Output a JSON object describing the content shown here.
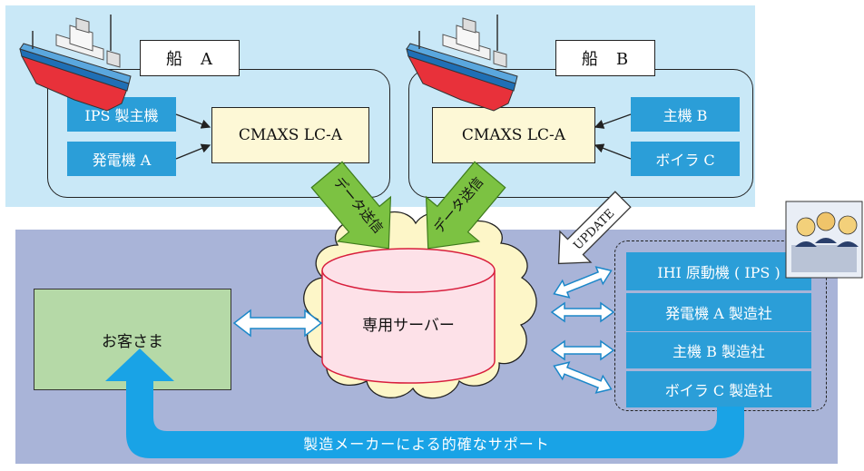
{
  "ship_a": {
    "name": "船　A",
    "controller": "CMAXS LC-A",
    "equipment": [
      "IPS 製主機",
      "発電機 A"
    ]
  },
  "ship_b": {
    "name": "船　B",
    "controller": "CMAXS LC-A",
    "equipment": [
      "主機 B",
      "ボイラ C"
    ]
  },
  "data_transmission_label": "データ送信",
  "server_label": "専用サーバー",
  "customer_label": "お客さま",
  "update_label": "UPDATE",
  "manufacturers": [
    "IHI 原動機 ( IPS )",
    "発電機 A 製造社",
    "主機 B 製造社",
    "ボイラ C 製造社"
  ],
  "support_label": "製造メーカーによる的確なサポート",
  "colors": {
    "top_panel": "#c9e8f7",
    "bottom_panel": "#a9b4d8",
    "equipment_box": "#2b9ed8",
    "controller_box": "#fdf8d6",
    "customer_box": "#b5d9a7",
    "green_arrow": "#7cc242",
    "cloud": "#fdf6c8",
    "support_arrow": "#19a3e6"
  }
}
